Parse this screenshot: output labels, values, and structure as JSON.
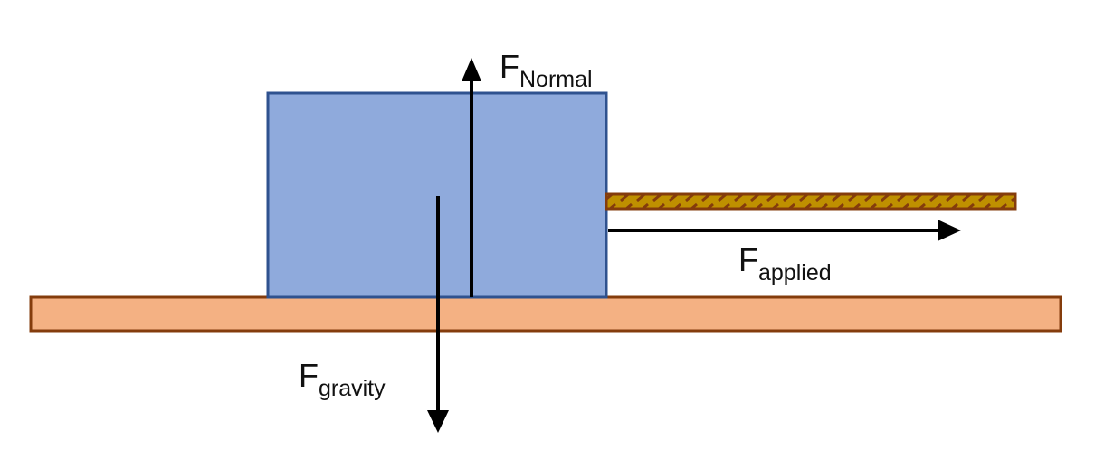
{
  "colors": {
    "block_fill": "#8faadc",
    "block_stroke": "#2f528f",
    "surface_fill": "#f4b183",
    "surface_stroke": "#843c0c",
    "rope_fill": "#bf9000",
    "rope_stroke": "#843c0c",
    "arrow": "#000000"
  },
  "labels": {
    "normal": {
      "main": "F",
      "sub": "Normal"
    },
    "applied": {
      "main": "F",
      "sub": "applied"
    },
    "gravity": {
      "main": "F",
      "sub": "gravity"
    }
  }
}
